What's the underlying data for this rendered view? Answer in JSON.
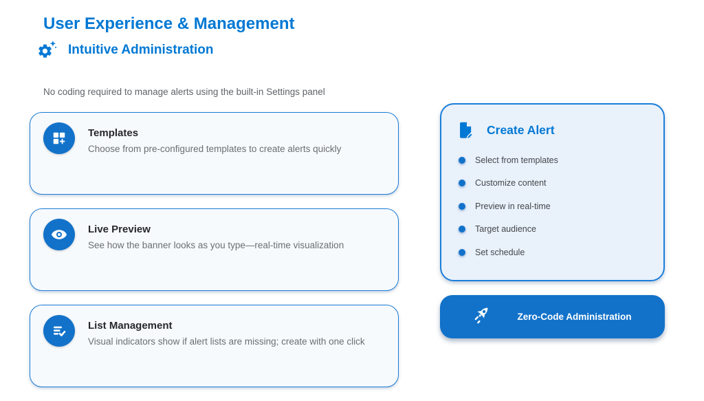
{
  "header": {
    "title": "User Experience & Management",
    "subtitle": "Intuitive Administration",
    "subtitle_icon": "gear-sparkle-icon",
    "intro": "No coding required to manage alerts using the built-in Settings panel"
  },
  "features": [
    {
      "icon": "dashboard-add-icon",
      "title": "Templates",
      "description": "Choose from pre-configured templates to create alerts quickly"
    },
    {
      "icon": "eye-icon",
      "title": "Live Preview",
      "description": "See how the banner looks as you type—real-time visualization"
    },
    {
      "icon": "list-check-icon",
      "title": "List Management",
      "description": "Visual indicators show if alert lists are missing; create with one click"
    }
  ],
  "create_alert_panel": {
    "icon": "document-edit-icon",
    "title": "Create Alert",
    "steps": [
      "Select from templates",
      "Customize content",
      "Preview in real-time",
      "Target audience",
      "Set schedule"
    ]
  },
  "cta_button": {
    "icon": "rocket-icon",
    "label": "Zero-Code Administration"
  },
  "colors": {
    "accent": "#0078D4",
    "primary": "#1272CA",
    "card_border": "#1C7CD6",
    "card_bg": "#F7FAFD",
    "panel_bg": "#E9F1FB",
    "title_text": "#26282B",
    "body_text": "#6A6E73",
    "button_text": "#FFFFFF"
  }
}
